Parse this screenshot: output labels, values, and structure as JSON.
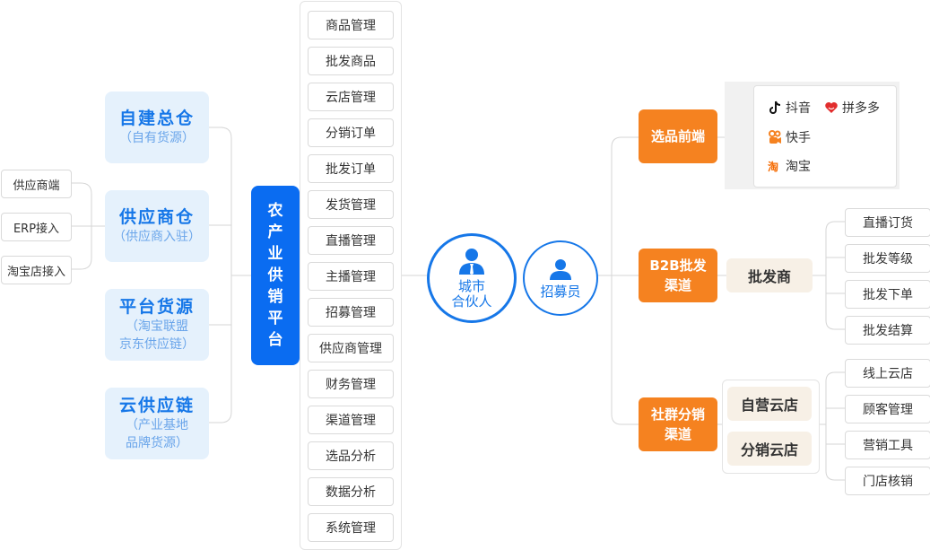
{
  "suppliers": [
    "供应商端",
    "ERP接入",
    "淘宝店接入"
  ],
  "sources": [
    {
      "title": "自建总仓",
      "sub": "（自有货源）"
    },
    {
      "title": "供应商仓",
      "sub": "（供应商入驻）"
    },
    {
      "title": "平台货源",
      "sub": "（淘宝联盟\n京东供应链）"
    },
    {
      "title": "云供应链",
      "sub": "（产业基地\n品牌货源）"
    }
  ],
  "platform": "农产业供销平台",
  "modules": [
    "商品管理",
    "批发商品",
    "云店管理",
    "分销订单",
    "批发订单",
    "发货管理",
    "直播管理",
    "主播管理",
    "招募管理",
    "供应商管理",
    "财务管理",
    "渠道管理",
    "选品分析",
    "数据分析",
    "系统管理"
  ],
  "center": {
    "partner": "城市\n合伙人",
    "recruiter": "招募员"
  },
  "channels": [
    {
      "name": "选品前端"
    },
    {
      "name": "B2B批发\n渠道",
      "mid": "批发商",
      "leaves": [
        "直播订货",
        "批发等级",
        "批发下单",
        "批发结算"
      ]
    },
    {
      "name": "社群分销\n渠道",
      "mids": [
        "自营云店",
        "分销云店"
      ],
      "leaves": [
        "线上云店",
        "顾客管理",
        "营销工具",
        "门店核销"
      ]
    }
  ],
  "ecom": [
    {
      "name": "抖音",
      "icon": "tiktok-icon"
    },
    {
      "name": "拼多多",
      "icon": "pinduoduo-icon"
    },
    {
      "name": "快手",
      "icon": "kuaishou-icon"
    },
    {
      "name": "淘宝",
      "icon": "taobao-icon"
    }
  ],
  "colors": {
    "blue": "#0a6cf1",
    "lightBlue": "#e5f1fc",
    "orange": "#f58220",
    "beige": "#f7f0e6"
  }
}
